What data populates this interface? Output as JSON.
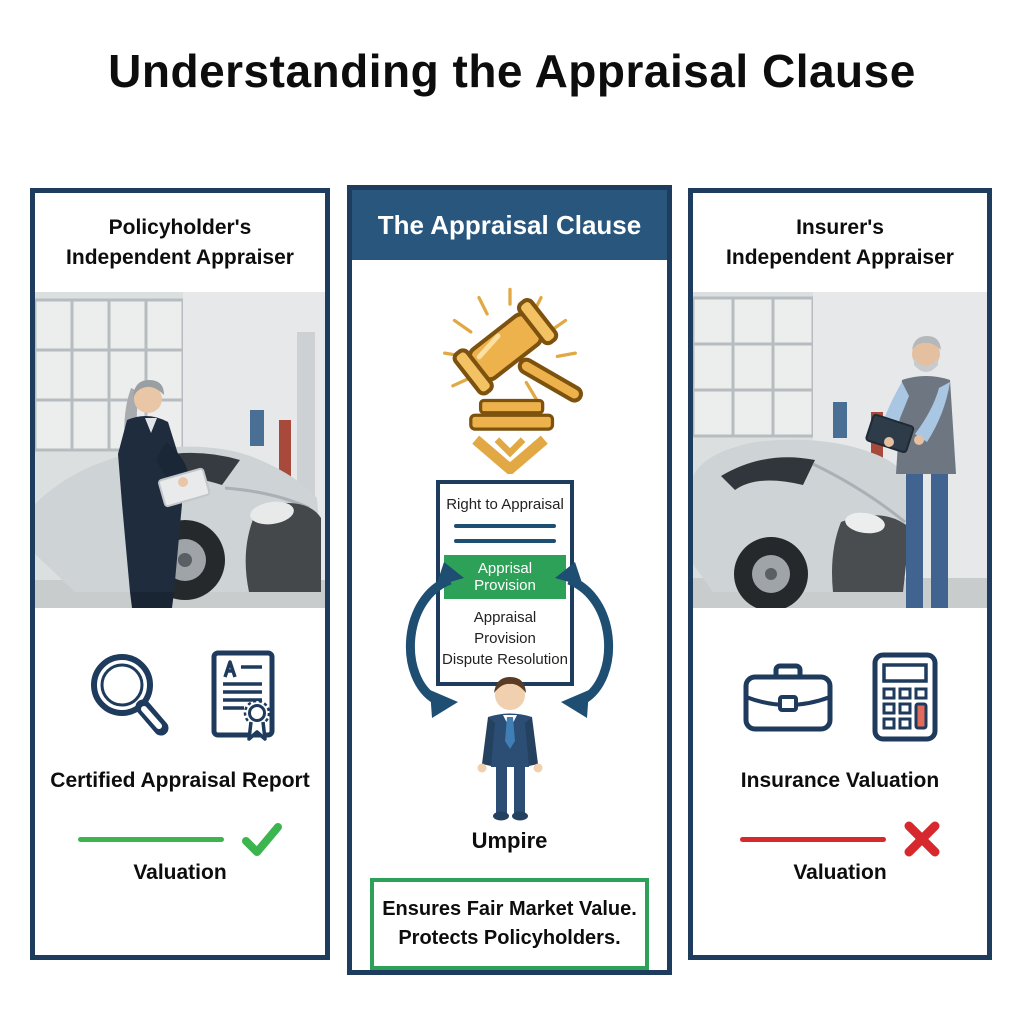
{
  "title": "Understanding the Appraisal Clause",
  "colors": {
    "panel_border_navy": "#1d3c5e",
    "header_navy": "#29567c",
    "icon_navy": "#1e3a5c",
    "green": "#2ea158",
    "check_green": "#3cb54e",
    "red": "#d7282e",
    "gold": "#e2a843"
  },
  "left_panel": {
    "heading": {
      "line1": "Policyholder's",
      "line2": "Independent Appraiser"
    },
    "icons": [
      "magnifier-icon",
      "certificate-icon"
    ],
    "report_label": "Certified Appraisal Report",
    "valuation_label": "Valuation",
    "valuation_status": "approved-check"
  },
  "center_panel": {
    "heading": "The Appraisal Clause",
    "clause_document": {
      "title": "Right to Appraisal",
      "highlighted_item": "Apprisal Provision",
      "items": [
        "Appraisal Provision",
        "Dispute Resolution"
      ]
    },
    "umpire_label": "Umpire",
    "footer": {
      "line1": "Ensures Fair Market Value.",
      "line2": "Protects Policyholders."
    }
  },
  "right_panel": {
    "heading": {
      "line1": "Insurer's",
      "line2": "Independent Appraiser"
    },
    "icons": [
      "briefcase-icon",
      "calculator-icon"
    ],
    "report_label": "Insurance Valuation",
    "valuation_label": "Valuation",
    "valuation_status": "rejected-x"
  }
}
